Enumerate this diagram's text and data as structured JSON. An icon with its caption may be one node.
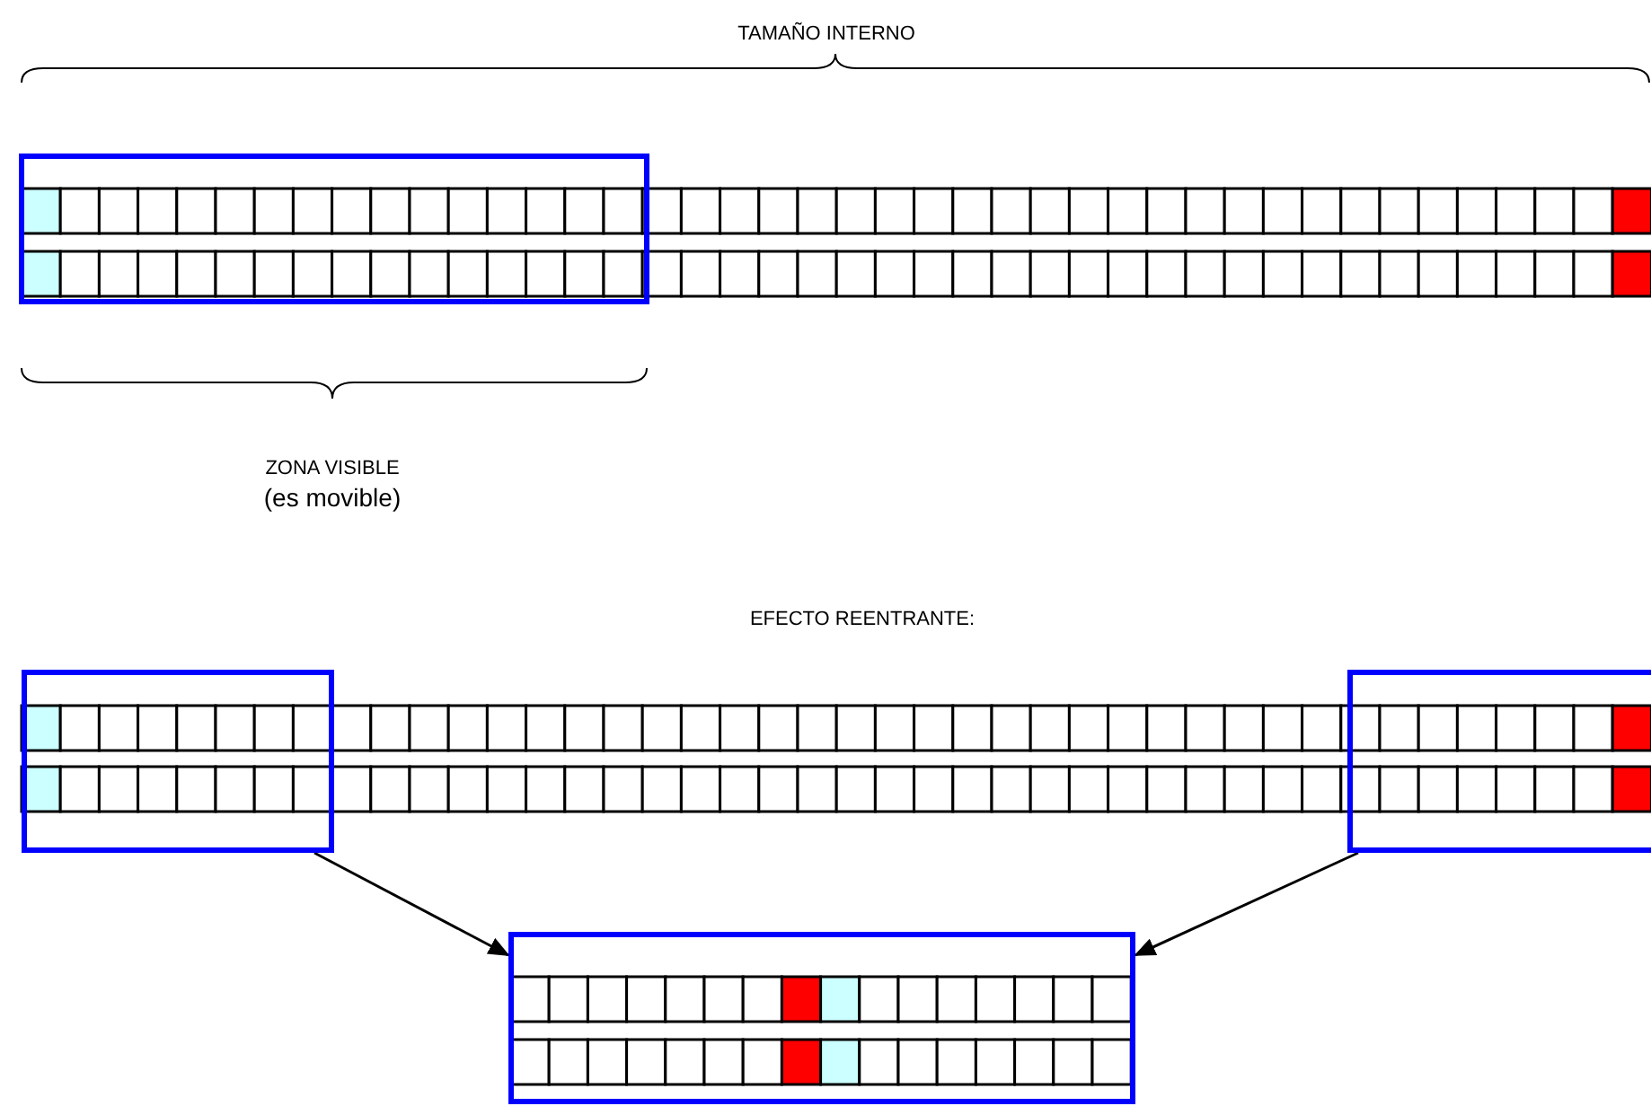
{
  "diagram": {
    "nodes": [
      {
        "text": [],
        "shape": "box"
      },
      {
        "text": [],
        "shape": "box"
      },
      {
        "text": [],
        "shape": "box"
      }
    ],
    "edges": [
      {
        "from": 0,
        "to": 2,
        "arrow": "to"
      },
      {
        "from": 1,
        "to": 2,
        "arrow": "to"
      }
    ],
    "labels": [
      "TAMAÑO INTERNO",
      "ZONA VISIBLE",
      "(es movible)",
      "EFECTO REENTRANTE:"
    ]
  }
}
